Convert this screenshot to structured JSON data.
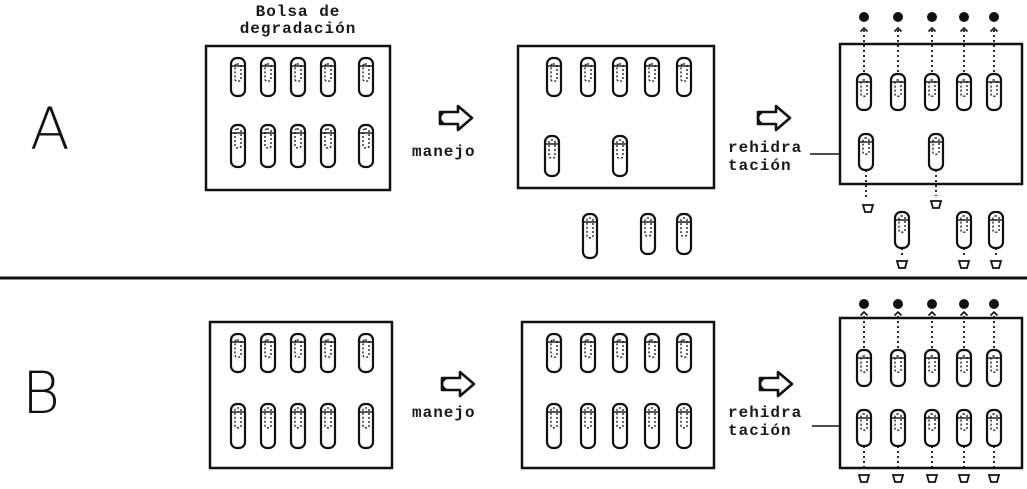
{
  "figure": {
    "bag_title_line1": "Bolsa de",
    "bag_title_line2": "degradación",
    "row_a": {
      "label": "A",
      "step1": "manejo",
      "step2_line1": "rehidra",
      "step2_line2": "tación"
    },
    "row_b": {
      "label": "B",
      "step1": "manejo",
      "step2_line1": "rehidra",
      "step2_line2": "tación"
    }
  },
  "colors": {
    "ink": "#111111",
    "paper": "#ffffff"
  }
}
